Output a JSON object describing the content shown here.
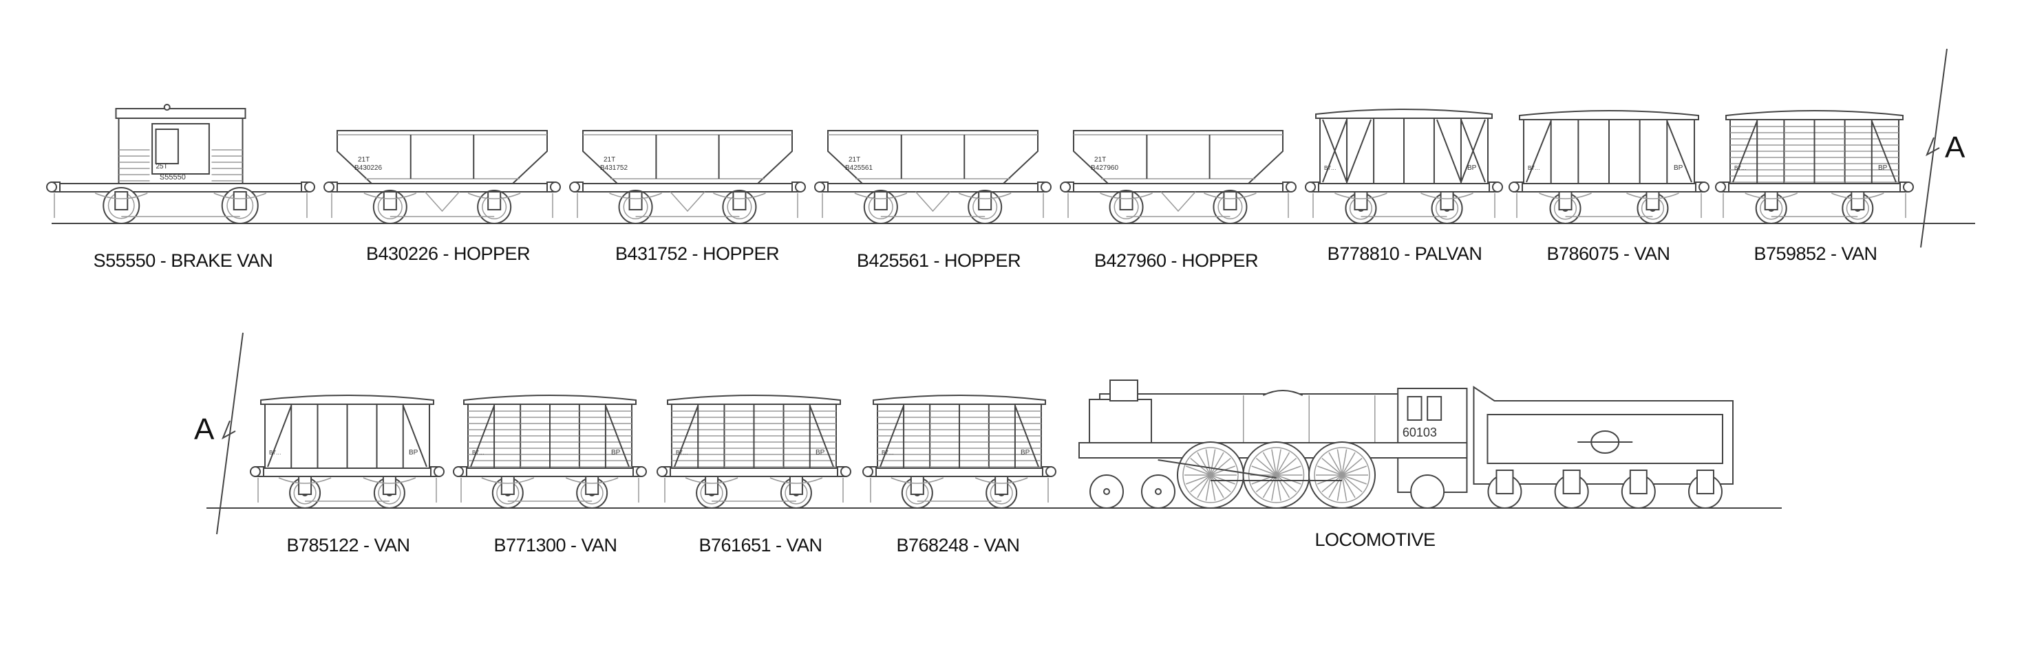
{
  "row1": [
    {
      "label": "S55550 - BRAKE VAN",
      "type": "brakevan",
      "plate": "S55550"
    },
    {
      "label": "B430226 - HOPPER",
      "type": "hopper",
      "plate": "B430226"
    },
    {
      "label": "B431752 - HOPPER",
      "type": "hopper",
      "plate": "B431752"
    },
    {
      "label": "B425561 - HOPPER",
      "type": "hopper",
      "plate": "B425561"
    },
    {
      "label": "B427960 - HOPPER",
      "type": "hopper",
      "plate": "B427960"
    },
    {
      "label": "B778810 - PALVAN",
      "type": "palvan",
      "plate": "B778810"
    },
    {
      "label": "B786075 - VAN",
      "type": "van",
      "plate": "B786075"
    },
    {
      "label": "B759852 - VAN",
      "type": "van",
      "plate": "B759852"
    }
  ],
  "row2": [
    {
      "label": "B785122 - VAN",
      "type": "van",
      "plate": "B785122"
    },
    {
      "label": "B771300 - VAN",
      "type": "van",
      "plate": "B771300"
    },
    {
      "label": "B761651 - VAN",
      "type": "van",
      "plate": "B761651"
    },
    {
      "label": "B768248 - VAN",
      "type": "van",
      "plate": "B768248"
    },
    {
      "label": "LOCOMOTIVE",
      "type": "loco",
      "number": "60103"
    }
  ],
  "break_marker": "A"
}
